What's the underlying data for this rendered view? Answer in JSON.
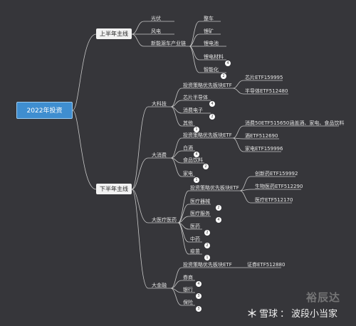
{
  "root": "2022年投资",
  "h1": {
    "label": "上半年主线",
    "items": [
      "光伏",
      "风电",
      "新能源车产业链"
    ],
    "nev_items": [
      "整车",
      "锂矿",
      "锂电池",
      "锂电材料",
      "智能化"
    ],
    "nev_badges": [
      "4",
      "2"
    ]
  },
  "h2": {
    "label": "下半年主线",
    "sectors": [
      {
        "label": "大科技",
        "items": [
          "投资策略优先板块ETF",
          "芯片半导体",
          "消费电子",
          "其他"
        ],
        "badges": [
          "4",
          "2",
          "1"
        ],
        "etfs": [
          "芯片ETF159995",
          "半导体ETF512480"
        ]
      },
      {
        "label": "大消费",
        "items": [
          "投资策略优先板块ETF",
          "白酒",
          "食品饮料",
          "家电"
        ],
        "badges": [
          "4",
          "2",
          "1"
        ],
        "etfs": [
          "消费50ETF515650涵盖酒、家电、食品饮料",
          "酒ETF512690",
          "家电ETF159996"
        ]
      },
      {
        "label": "大医疗医药",
        "items": [
          "投资策略优先板块ETF",
          "医疗器械",
          "医疗服务",
          "医药",
          "中药",
          "疫苗"
        ],
        "badges": [
          "2",
          "4",
          "2",
          "2",
          "1"
        ],
        "etfs": [
          "创新药ETF159992",
          "生物医药ETF512290",
          "医疗ETF512170"
        ]
      },
      {
        "label": "大金融",
        "items": [
          "投资策略优先板块ETF",
          "券商",
          "银行",
          "保险"
        ],
        "badges": [
          "4",
          "3",
          "3"
        ],
        "etfs": [
          "证券ETF512880"
        ]
      }
    ]
  },
  "watermark": {
    "brand": "裕辰达",
    "site_name": "雪球",
    "author": "波段小当家",
    "separator": "："
  },
  "colors": {
    "background": "#36363a",
    "root_fill": "#3f8ed0",
    "line": "#c8c8c8",
    "branch_fill": "#f2f2f2"
  }
}
